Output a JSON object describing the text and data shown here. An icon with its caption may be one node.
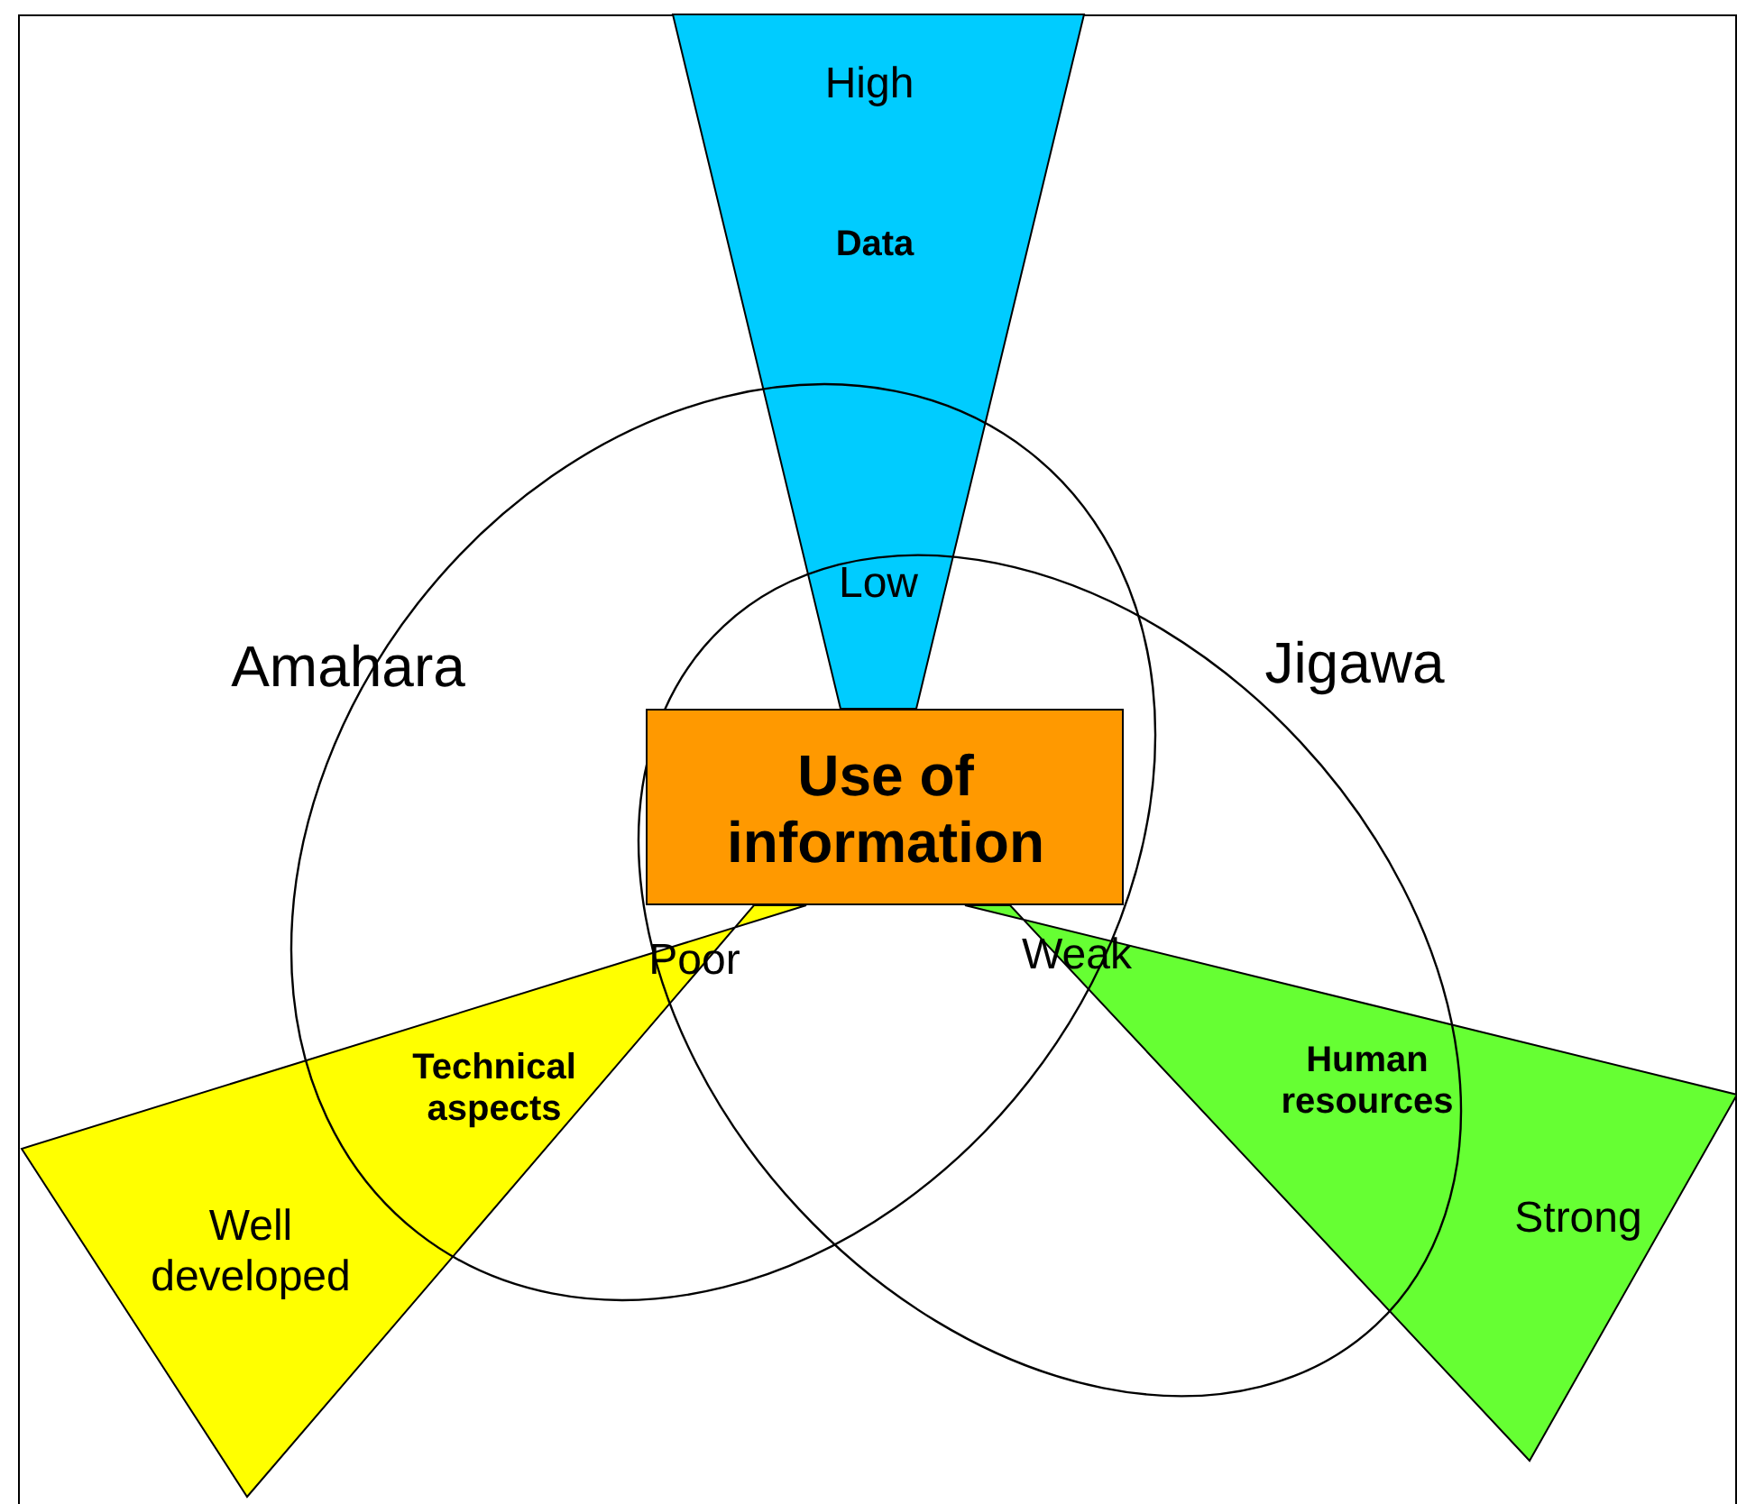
{
  "diagram": {
    "nodes": [
      {
        "text": [
          "Use of information"
        ]
      },
      {
        "text": [
          "High",
          "Data",
          "Low"
        ]
      },
      {
        "text": [
          "Poor",
          "Technical aspects",
          "Well developed"
        ]
      },
      {
        "text": [
          "Weak",
          "Human resources",
          "Strong"
        ]
      },
      {
        "text": [
          "Amahara"
        ]
      },
      {
        "text": [
          "Jigawa"
        ]
      }
    ]
  }
}
